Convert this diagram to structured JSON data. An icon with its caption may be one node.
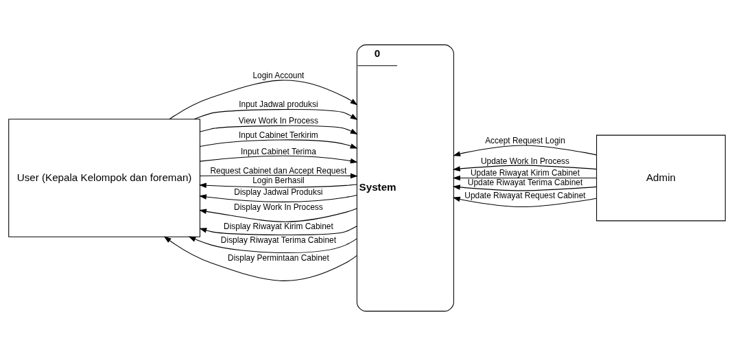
{
  "diagram": {
    "nodes": [
      {
        "text": [
          "User (Kepala Kelompok dan foreman)"
        ]
      },
      {
        "text": [
          "0",
          "System"
        ]
      },
      {
        "text": [
          "Admin"
        ]
      }
    ],
    "edges": [
      {
        "from": 0,
        "to": 1,
        "arrow": "to",
        "label": "Login Account"
      },
      {
        "from": 0,
        "to": 1,
        "arrow": "to",
        "label": "Input Jadwal produksi"
      },
      {
        "from": 0,
        "to": 1,
        "arrow": "to",
        "label": "View Work In Process"
      },
      {
        "from": 0,
        "to": 1,
        "arrow": "to",
        "label": "Input Cabinet Terkirim"
      },
      {
        "from": 0,
        "to": 1,
        "arrow": "to",
        "label": "Input Cabinet Terima"
      },
      {
        "from": 0,
        "to": 1,
        "arrow": "to",
        "label": "Request Cabinet dan Accept Request"
      },
      {
        "from": 1,
        "to": 0,
        "arrow": "to",
        "label": "Login Berhasil"
      },
      {
        "from": 1,
        "to": 0,
        "arrow": "to",
        "label": "Display Jadwal Produksi"
      },
      {
        "from": 1,
        "to": 0,
        "arrow": "to",
        "label": "Display Work In Process"
      },
      {
        "from": 1,
        "to": 0,
        "arrow": "to",
        "label": "Display Riwayat Kirim Cabinet"
      },
      {
        "from": 1,
        "to": 0,
        "arrow": "to",
        "label": "Display Riwayat Terima Cabinet"
      },
      {
        "from": 1,
        "to": 0,
        "arrow": "to",
        "label": "Display Permintaan Cabinet"
      },
      {
        "from": 2,
        "to": 1,
        "arrow": "to",
        "label": "Accept Request Login"
      },
      {
        "from": 2,
        "to": 1,
        "arrow": "to",
        "label": "Update Work In Process"
      },
      {
        "from": 2,
        "to": 1,
        "arrow": "to",
        "label": "Update Riwayat Kirim Cabinet"
      },
      {
        "from": 2,
        "to": 1,
        "arrow": "to",
        "label": "Update Riwayat Terima Cabinet"
      },
      {
        "from": 2,
        "to": 1,
        "arrow": "to",
        "label": "Update Riwayat Request Cabinet"
      }
    ]
  }
}
